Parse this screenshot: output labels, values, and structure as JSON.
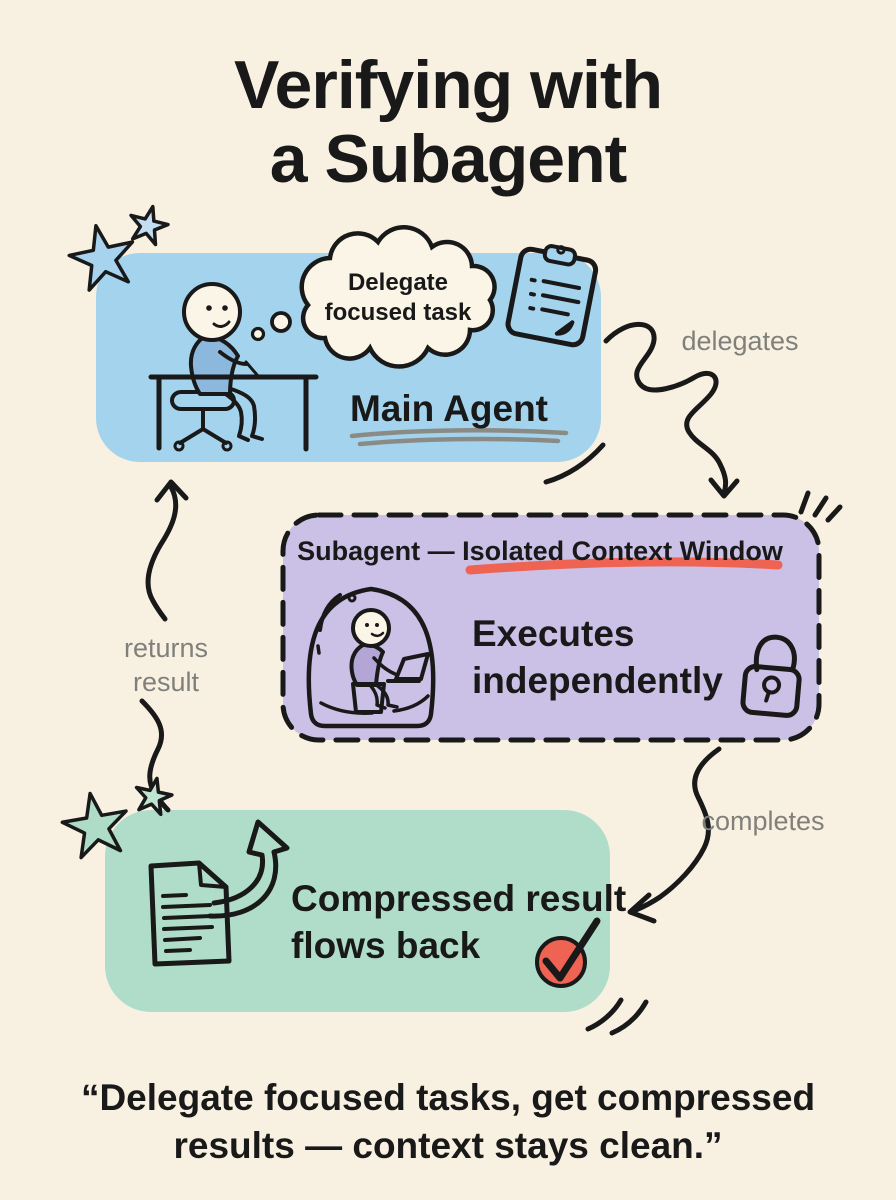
{
  "title": {
    "line1": "Verifying with",
    "line2": "a Subagent"
  },
  "colors": {
    "background": "#f8f1e2",
    "ink": "#191919",
    "blue_box": "#a3d3ed",
    "purple_box": "#cbc0e5",
    "green_box": "#b0ddc9",
    "red_accent": "#ee6352",
    "gray_label": "#80807b",
    "cream": "#fbf5e8",
    "shirt_blue": "#8cb8de",
    "figure_purple": "#b4a5d7",
    "star_blue": "#a8d3ee",
    "star_blue_light": "#c3def2",
    "star_green": "#aedcc7",
    "star_green_light": "#c0e4d2"
  },
  "main_agent": {
    "thought": {
      "line1": "Delegate",
      "line2": "focused task"
    },
    "label": "Main Agent"
  },
  "subagent": {
    "title_prefix": "Subagent — ",
    "title_highlight": "Isolated Context Window",
    "body": {
      "line1": "Executes",
      "line2": "independently"
    }
  },
  "result": {
    "line1": "Compressed result",
    "line2": "flows back"
  },
  "arrows": {
    "delegates": "delegates",
    "completes": "completes",
    "returns": {
      "line1": "returns",
      "line2": "result"
    }
  },
  "quote": {
    "line1": "“Delegate focused tasks, get compressed",
    "line2": "results — context stays clean.”"
  },
  "icons": {
    "thought_bubble": "thought-bubble-icon",
    "clipboard": "clipboard-icon",
    "person_at_desk": "person-at-desk-icon",
    "dome_person": "dome-person-icon",
    "lock": "lock-icon",
    "document": "document-icon",
    "swoosh_arrow": "swoosh-arrow-icon",
    "check_circle": "check-circle-icon",
    "stars_top": "star-cluster-top",
    "stars_bottom": "star-cluster-bottom",
    "sparkle": "sparkle-icon",
    "motion_dashes": "motion-dashes-icon"
  }
}
